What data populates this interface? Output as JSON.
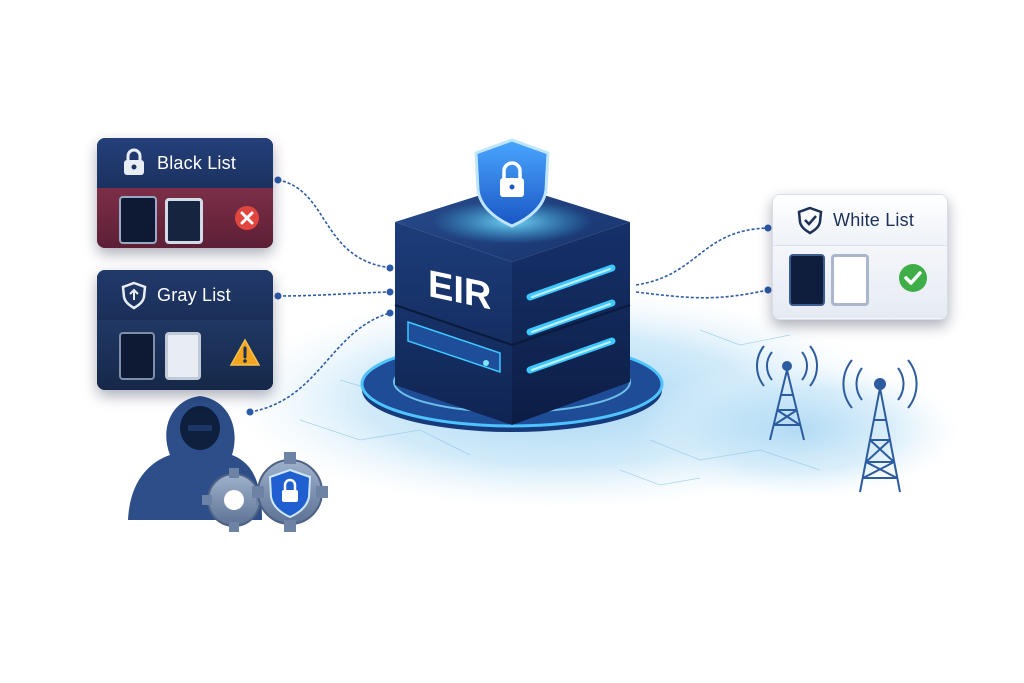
{
  "server": {
    "label": "EIR"
  },
  "lists": {
    "black": {
      "title": "Black List",
      "status_icon": "x-mark-icon",
      "header_icon": "padlock-icon"
    },
    "gray": {
      "title": "Gray List",
      "status_icon": "warning-triangle-icon",
      "header_icon": "shield-icon"
    },
    "white": {
      "title": "White List",
      "status_icon": "check-mark-icon",
      "header_icon": "shield-check-icon"
    }
  },
  "colors": {
    "server_dark": "#13295a",
    "glow": "#3ec8ff",
    "black_list_red": "#6e2640",
    "gray_list_navy": "#1a2f58",
    "white_list_bg": "#f5f7fb",
    "x_badge": "#e0463f",
    "warning": "#f2a51f",
    "check": "#3fae49",
    "connector": "#2c5aa8",
    "floor": "#bfe0f5"
  }
}
